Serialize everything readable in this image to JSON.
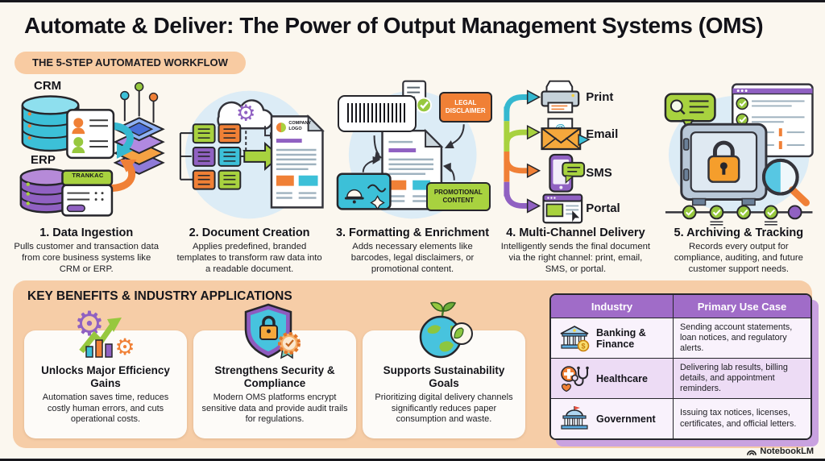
{
  "page": {
    "title_strong": "Automate & Deliver:",
    "title_rest": " The Power of Output Management Systems (OMS)",
    "workflow_badge": "THE 5-STEP AUTOMATED WORKFLOW",
    "brand": "NotebookLM"
  },
  "workflow": {
    "steps": [
      {
        "title": "1. Data Ingestion",
        "desc": "Pulls customer and transaction data from core business systems like CRM or ERP.",
        "crm_label": "CRM",
        "erp_label": "ERP",
        "tag_label": "TRANKAC",
        "icons": [
          "crm-database-icon",
          "erp-database-icon",
          "contact-card-icon",
          "data-platform-icon"
        ]
      },
      {
        "title": "2. Document Creation",
        "desc": "Applies predefined, branded templates to transform raw data into a readable document.",
        "doc_label": "COMPANY LOGO",
        "icons": [
          "cloud-gear-icon",
          "data-blocks-icon",
          "branded-document-icon"
        ]
      },
      {
        "title": "3. Formatting & Enrichment",
        "desc": "Adds necessary elements like barcodes, legal disclaimers, or promotional content.",
        "legal_label": "LEGAL DISCLAIMER",
        "promo_label": "PROMOTIONAL CONTENT",
        "icons": [
          "barcode-icon",
          "document-icon",
          "notification-icon"
        ]
      },
      {
        "title": "4. Multi-Channel Delivery",
        "desc": "Intelligently sends the final document via the right channel: print, email, SMS, or portal.",
        "channels": [
          "Print",
          "Email",
          "SMS",
          "Portal"
        ],
        "icons": [
          "printer-icon",
          "email-icon",
          "sms-phone-icon",
          "portal-browser-icon"
        ]
      },
      {
        "title": "5. Archiving & Tracking",
        "desc": "Records every output for compliance, auditing, and future customer support needs.",
        "icons": [
          "safe-vault-icon",
          "magnifier-icon",
          "audit-checklist-icon",
          "timeline-checks-icon"
        ]
      }
    ]
  },
  "benefits": {
    "heading": "KEY BENEFITS & INDUSTRY APPLICATIONS",
    "cards": [
      {
        "title": "Unlocks Major Efficiency Gains",
        "desc": "Automation saves time, reduces costly human errors, and cuts operational costs.",
        "icon": "efficiency-gears-growth-icon"
      },
      {
        "title": "Strengthens Security & Compliance",
        "desc": "Modern OMS platforms encrypt sensitive data and provide audit trails for regulations.",
        "icon": "shield-lock-badge-icon"
      },
      {
        "title": "Supports Sustainability Goals",
        "desc": "Prioritizing digital delivery channels significantly reduces paper consumption and waste.",
        "icon": "earth-leaves-icon"
      }
    ]
  },
  "industry_table": {
    "headers": [
      "Industry",
      "Primary Use Case"
    ],
    "rows": [
      {
        "industry": "Banking & Finance",
        "use_case": "Sending account statements, loan notices, and regulatory alerts.",
        "icon": "bank-icon"
      },
      {
        "industry": "Healthcare",
        "use_case": "Delivering lab results, billing details, and appointment reminders.",
        "icon": "healthcare-icon"
      },
      {
        "industry": "Government",
        "use_case": "Issuing tax notices, licenses, certificates, and official letters.",
        "icon": "government-icon"
      }
    ]
  },
  "colors": {
    "background": "#fbf7ef",
    "panel_peach": "#f6cda7",
    "badge_peach": "#f8cba2",
    "accent_cyan": "#3cc0d8",
    "accent_purple": "#9061c2",
    "accent_orange": "#f08036",
    "accent_green": "#a8d23f",
    "table_header_purple": "#a06cc8",
    "table_row_lavender": "#eddcf5",
    "text_dark": "#16161c"
  }
}
